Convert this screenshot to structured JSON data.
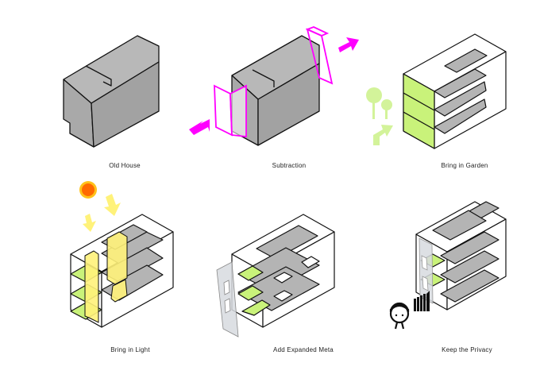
{
  "panels": [
    {
      "caption": "Old House"
    },
    {
      "caption": "Subtraction"
    },
    {
      "caption": "Bring in Garden"
    },
    {
      "caption": "Bring in Light"
    },
    {
      "caption": "Add Expanded Meta"
    },
    {
      "caption": "Keep the Privacy"
    }
  ],
  "colors": {
    "mass": "#ababab",
    "slab": "#b4b4b4",
    "subtract": "#ff00ff",
    "garden": "#c9f27a",
    "light": "#fff27a",
    "sun_core": "#ff6a00",
    "sun_ring": "#ffc21a",
    "mesh": "#d7dbdf",
    "ink": "#111111"
  },
  "icons": [
    "arrow-icon",
    "tree-icon",
    "sun-icon",
    "person-icon",
    "screen-icon"
  ]
}
